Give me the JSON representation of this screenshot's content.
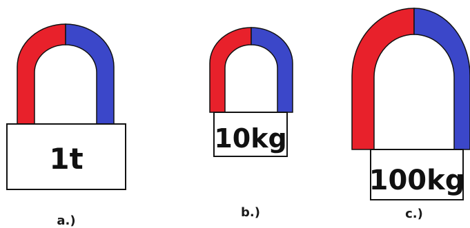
{
  "colors": {
    "north_pole": "#e8212b",
    "south_pole": "#3b47c9",
    "outline": "#111111",
    "background": "#ffffff"
  },
  "magnets": [
    {
      "caption": "a.)",
      "weight_label": "1t",
      "icon": "horseshoe-magnet-icon"
    },
    {
      "caption": "b.)",
      "weight_label": "10kg",
      "icon": "horseshoe-magnet-icon"
    },
    {
      "caption": "c.)",
      "weight_label": "100kg",
      "icon": "horseshoe-magnet-icon"
    }
  ]
}
